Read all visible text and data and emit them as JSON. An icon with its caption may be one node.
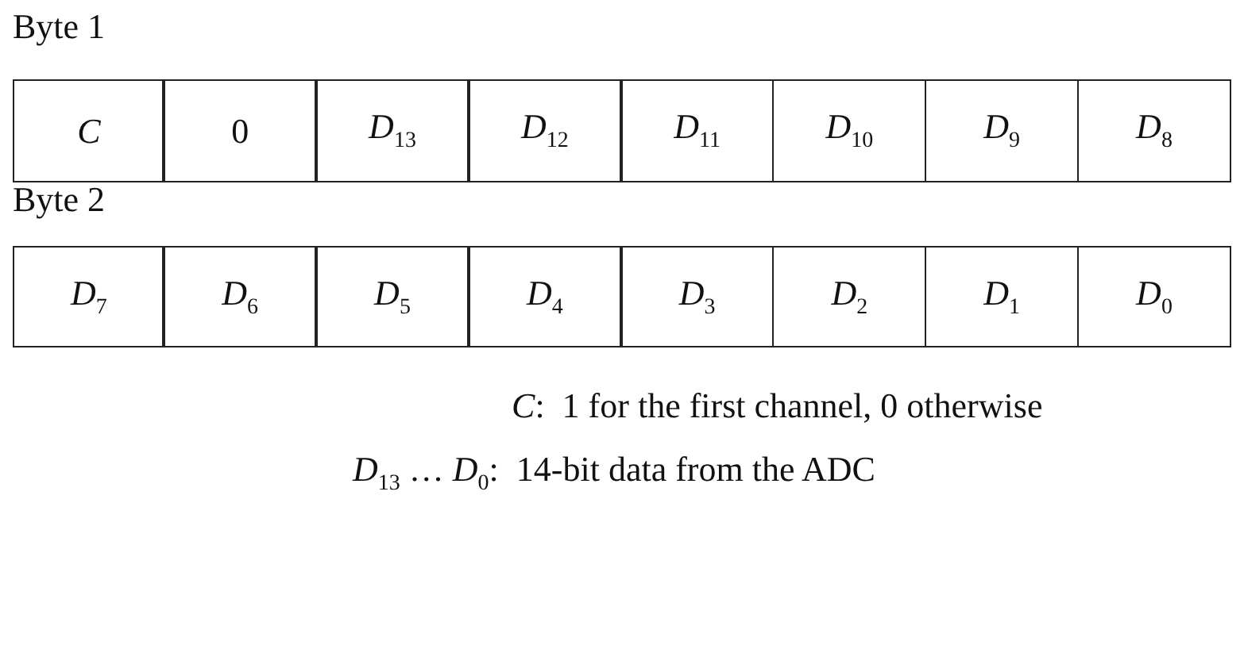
{
  "diagram": {
    "nodes": [
      {
        "text": [
          "*C*"
        ]
      },
      {
        "text": [
          "0"
        ]
      },
      {
        "text": [
          "*D*$_{13}$"
        ]
      },
      {
        "text": [
          "*D*$_{12}$"
        ]
      },
      {
        "text": [
          "*D*$_{11}$"
        ]
      },
      {
        "text": [
          "*D*$_{10}$"
        ]
      },
      {
        "text": [
          "*D*$_{9}$"
        ]
      },
      {
        "text": [
          "*D*$_{8}$"
        ]
      },
      {
        "text": [
          "*D*$_{7}$"
        ]
      },
      {
        "text": [
          "*D*$_{6}$"
        ]
      },
      {
        "text": [
          "*D*$_{5}$"
        ]
      },
      {
        "text": [
          "*D*$_{4}$"
        ]
      },
      {
        "text": [
          "*D*$_{3}$"
        ]
      },
      {
        "text": [
          "*D*$_{2}$"
        ]
      },
      {
        "text": [
          "*D*$_{1}$"
        ]
      },
      {
        "text": [
          "*D*$_{0}$"
        ]
      }
    ],
    "labels": [
      "Byte 1",
      "Byte 2",
      "*C*:  1 for the first channel, 0 otherwise",
      "*D*$_{13}$ … *D*$_{0}$:  14-bit data from the ADC"
    ]
  }
}
